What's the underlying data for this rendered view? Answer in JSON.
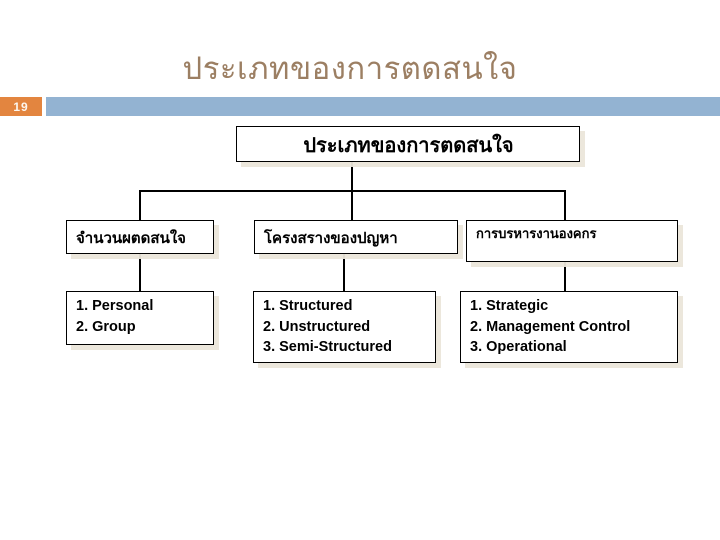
{
  "slide": {
    "title": "ประเภทของการตดสนใจ",
    "number": "19",
    "title_color": "#9c7f63",
    "badge_color": "#e3853f",
    "rule_color": "#93b3d2"
  },
  "diagram": {
    "type": "tree",
    "root": {
      "label": "ประเภทของการตดสนใจ"
    },
    "branches": [
      {
        "header": "จำนวนผตดสนใจ",
        "items": [
          "1. Personal",
          "2. Group"
        ]
      },
      {
        "header": "โครงสรางของปญหา",
        "items": [
          "1. Structured",
          "2. Unstructured",
          "3. Semi-Structured"
        ]
      },
      {
        "header": "การบรหารงานองคกร",
        "items": [
          "1. Strategic",
          "2. Management Control",
          "3. Operational"
        ]
      }
    ]
  }
}
